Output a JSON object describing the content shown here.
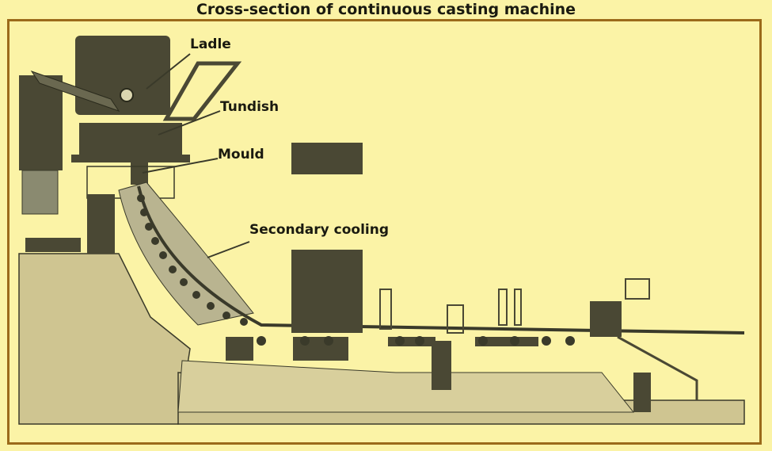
{
  "title": "Cross-section of continuous casting machine",
  "labels": {
    "ladle": "Ladle",
    "tundish": "Tundish",
    "mould": "Mould",
    "secondary_cooling": "Secondary cooling"
  },
  "colors": {
    "background": "#fbf3a6",
    "machinery": "#4a4834",
    "ground": "#cfc591",
    "frame": "#9b6a1a"
  }
}
